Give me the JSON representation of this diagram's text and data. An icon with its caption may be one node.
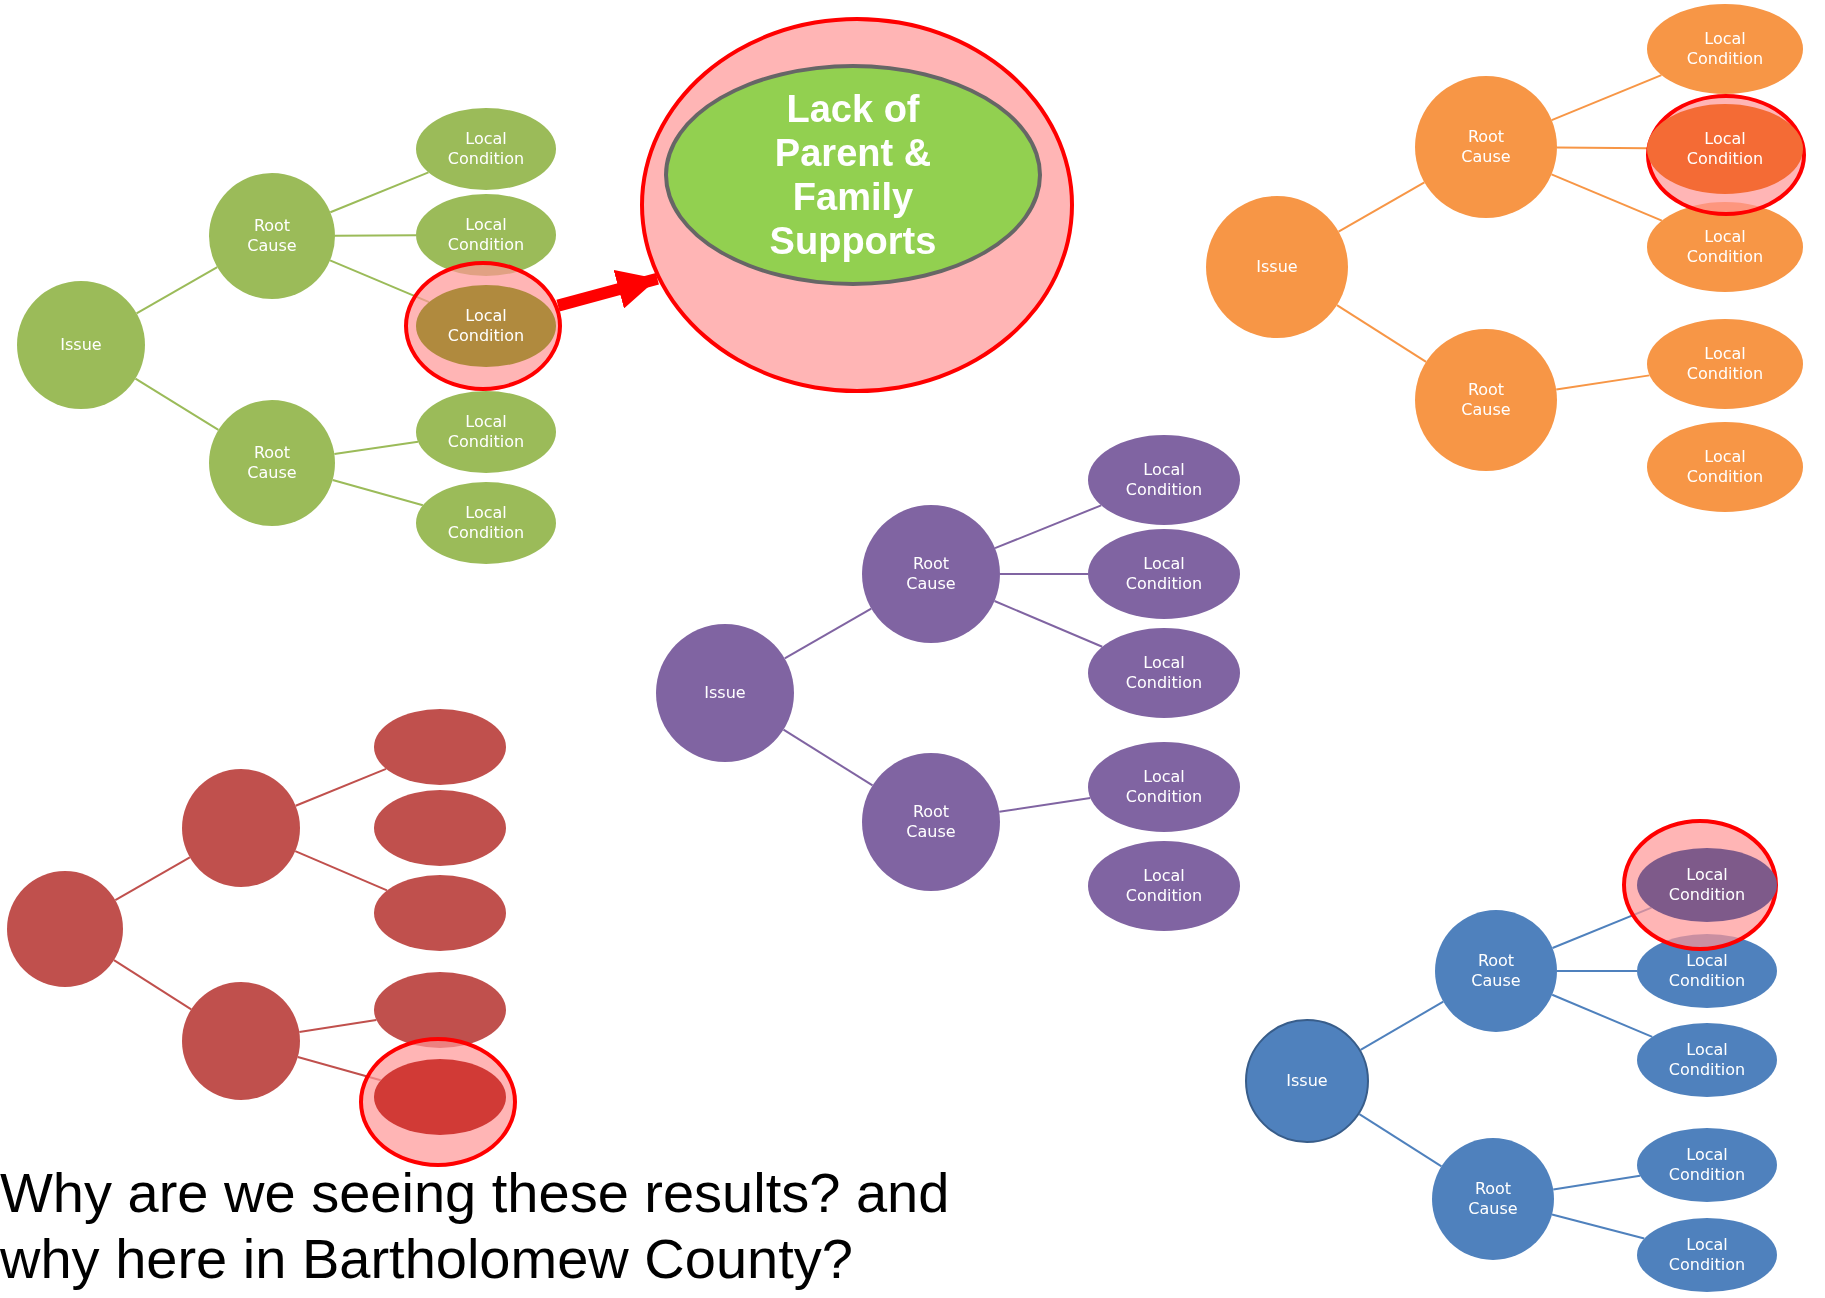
{
  "diagram": {
    "caption": "Why are we seeing these results? and why here in Bartholomew County?",
    "nodes": [
      {
        "text": [
          "Issue"
        ]
      },
      {
        "text": [
          "Root Cause"
        ]
      },
      {
        "text": [
          "Local Condition"
        ]
      },
      {
        "text": [
          "Local Condition"
        ]
      },
      {
        "text": [],
        "shape": "ellipse"
      },
      {
        "text": [
          "Local Condition"
        ],
        "in": 4
      },
      {
        "text": [
          "Root Cause"
        ]
      },
      {
        "text": [
          "Local Condition"
        ]
      },
      {
        "text": [
          "Local Condition"
        ]
      },
      {
        "text": [],
        "shape": "ellipse"
      },
      {
        "text": [
          "Lack of Parent & Family Supports"
        ],
        "in": 9
      },
      {
        "text": [
          "Issue"
        ]
      },
      {
        "text": [
          "Root Cause"
        ]
      },
      {
        "text": [
          "Local Condition"
        ]
      },
      {
        "text": [],
        "shape": "ellipse"
      },
      {
        "text": [
          "Local Condition"
        ],
        "in": 14
      },
      {
        "text": [
          "Local Condition"
        ]
      },
      {
        "text": [
          "Root Cause"
        ]
      },
      {
        "text": [
          "Local Condition"
        ]
      },
      {
        "text": [
          "Local Condition"
        ]
      },
      {
        "text": [
          "Issue"
        ]
      },
      {
        "text": [
          "Root Cause"
        ]
      },
      {
        "text": [
          "Local Condition"
        ]
      },
      {
        "text": [
          "Local Condition"
        ]
      },
      {
        "text": [
          "Local Condition"
        ]
      },
      {
        "text": [
          "Root Cause"
        ]
      },
      {
        "text": [
          "Local Condition"
        ]
      },
      {
        "text": [
          "Local Condition"
        ]
      },
      {
        "text": [],
        "shape": "circle"
      },
      {
        "text": [],
        "shape": "circle"
      },
      {
        "text": [],
        "shape": "ellipse"
      },
      {
        "text": [],
        "shape": "ellipse"
      },
      {
        "text": [],
        "shape": "ellipse"
      },
      {
        "text": [],
        "shape": "circle"
      },
      {
        "text": [],
        "shape": "ellipse"
      },
      {
        "text": [],
        "shape": "ellipse"
      },
      {
        "text": [],
        "shape": "ellipse",
        "in": 35
      },
      {
        "text": [
          "Issue"
        ]
      },
      {
        "text": [
          "Root Cause"
        ]
      },
      {
        "text": [],
        "shape": "ellipse"
      },
      {
        "text": [
          "Local Condition"
        ],
        "in": 39
      },
      {
        "text": [
          "Local Condition"
        ]
      },
      {
        "text": [
          "Local Condition"
        ]
      },
      {
        "text": [
          "Root Cause"
        ]
      },
      {
        "text": [
          "Local Condition"
        ]
      },
      {
        "text": [
          "Local Condition"
        ]
      }
    ],
    "edges": [
      {
        "from": 0,
        "to": 1,
        "arrow": "none",
        "color": "#9bbb59"
      },
      {
        "from": 1,
        "to": 2,
        "arrow": "none",
        "color": "#9bbb59"
      },
      {
        "from": 1,
        "to": 3,
        "arrow": "none",
        "color": "#9bbb59"
      },
      {
        "from": 1,
        "to": 5,
        "arrow": "none",
        "color": "#9bbb59"
      },
      {
        "from": 0,
        "to": 6,
        "arrow": "none",
        "color": "#9bbb59"
      },
      {
        "from": 6,
        "to": 7,
        "arrow": "none",
        "color": "#9bbb59"
      },
      {
        "from": 6,
        "to": 8,
        "arrow": "none",
        "color": "#9bbb59"
      },
      {
        "from": 4,
        "to": 9,
        "arrow": "to",
        "style": "thick",
        "color": "#ff0000"
      },
      {
        "from": 11,
        "to": 12,
        "arrow": "none",
        "color": "#f79646"
      },
      {
        "from": 12,
        "to": 13,
        "arrow": "none",
        "color": "#f79646"
      },
      {
        "from": 12,
        "to": 15,
        "arrow": "none",
        "color": "#f79646"
      },
      {
        "from": 12,
        "to": 16,
        "arrow": "none",
        "color": "#f79646"
      },
      {
        "from": 11,
        "to": 17,
        "arrow": "none",
        "color": "#f79646"
      },
      {
        "from": 17,
        "to": 18,
        "arrow": "none",
        "color": "#f79646"
      },
      {
        "from": 20,
        "to": 21,
        "arrow": "none",
        "color": "#8064a2"
      },
      {
        "from": 21,
        "to": 22,
        "arrow": "none",
        "color": "#8064a2"
      },
      {
        "from": 21,
        "to": 23,
        "arrow": "none",
        "color": "#8064a2"
      },
      {
        "from": 21,
        "to": 24,
        "arrow": "none",
        "color": "#8064a2"
      },
      {
        "from": 20,
        "to": 25,
        "arrow": "none",
        "color": "#8064a2"
      },
      {
        "from": 25,
        "to": 26,
        "arrow": "none",
        "color": "#8064a2"
      },
      {
        "from": 28,
        "to": 29,
        "arrow": "none",
        "color": "#c0504d"
      },
      {
        "from": 29,
        "to": 30,
        "arrow": "none",
        "color": "#c0504d"
      },
      {
        "from": 29,
        "to": 32,
        "arrow": "none",
        "color": "#c0504d"
      },
      {
        "from": 28,
        "to": 33,
        "arrow": "none",
        "color": "#c0504d"
      },
      {
        "from": 33,
        "to": 34,
        "arrow": "none",
        "color": "#c0504d"
      },
      {
        "from": 33,
        "to": 36,
        "arrow": "none",
        "color": "#c0504d"
      },
      {
        "from": 37,
        "to": 38,
        "arrow": "none",
        "color": "#4f81bd"
      },
      {
        "from": 38,
        "to": 40,
        "arrow": "none",
        "color": "#4f81bd"
      },
      {
        "from": 38,
        "to": 41,
        "arrow": "none",
        "color": "#4f81bd"
      },
      {
        "from": 38,
        "to": 42,
        "arrow": "none",
        "color": "#4f81bd"
      },
      {
        "from": 37,
        "to": 43,
        "arrow": "none",
        "color": "#4f81bd"
      },
      {
        "from": 43,
        "to": 44,
        "arrow": "none",
        "color": "#4f81bd"
      },
      {
        "from": 43,
        "to": 45,
        "arrow": "none",
        "color": "#4f81bd"
      }
    ]
  }
}
